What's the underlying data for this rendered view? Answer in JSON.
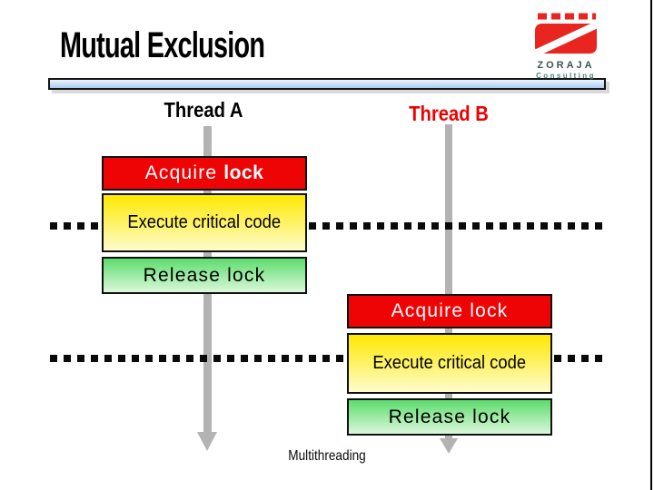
{
  "slide": {
    "title": "Mutual Exclusion",
    "footer": "Multithreading"
  },
  "logo": {
    "company": "ZORAJA",
    "tagline": "Consulting"
  },
  "colors": {
    "box_red": "#ee0404",
    "thread_b_label_red": "#ee0000",
    "yellow_box_top": "#ffe800",
    "yellow_box_bottom": "#fdfccd",
    "green_box_top": "#5cdc6c",
    "green_box_bottom": "#dcf7dc",
    "timeline_gray": "#b3b3b3",
    "dash_line_black": "#0a0a0a",
    "title_bar_blue": "#a9cbf0",
    "logo_red": "#e8251f",
    "logo_company_color": "#3f5153",
    "logo_tagline_color": "#4d7d7d"
  },
  "threads": [
    {
      "label": "Thread A",
      "steps": [
        {
          "label": "Acquire",
          "label_bold": "lock"
        },
        {
          "label": "Execute critical code"
        },
        {
          "label": "Release lock"
        }
      ]
    },
    {
      "label": "Thread B",
      "steps": [
        {
          "label": "Acquire lock"
        },
        {
          "label": "Execute critical code"
        },
        {
          "label": "Release lock"
        }
      ]
    }
  ]
}
